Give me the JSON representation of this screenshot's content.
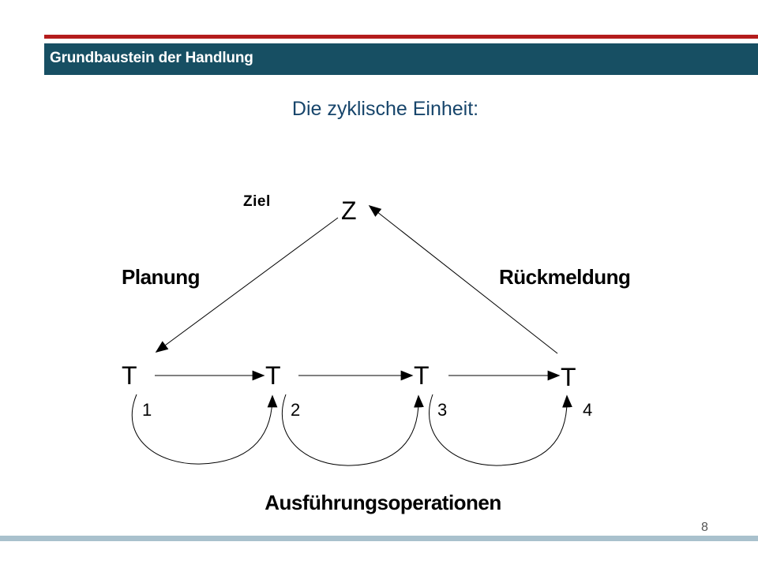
{
  "slide": {
    "header_title": "Grundbaustein der Handlung",
    "subtitle": "Die zyklische Einheit:",
    "page_number": "8"
  },
  "diagram": {
    "goal_node": "Z",
    "goal_label": "Ziel",
    "left_edge_label": "Planung",
    "right_edge_label": "Rückmeldung",
    "bottom_label": "Ausführungsoperationen",
    "tasks": [
      {
        "symbol": "T",
        "index": "1"
      },
      {
        "symbol": "T",
        "index": "2"
      },
      {
        "symbol": "T",
        "index": "3"
      },
      {
        "symbol": "T",
        "index": "4"
      }
    ]
  },
  "colors": {
    "accent_red": "#b41c1c",
    "header_teal": "#174f63",
    "subtitle_blue": "#17456b",
    "footer_blue": "#a9c1cd"
  }
}
